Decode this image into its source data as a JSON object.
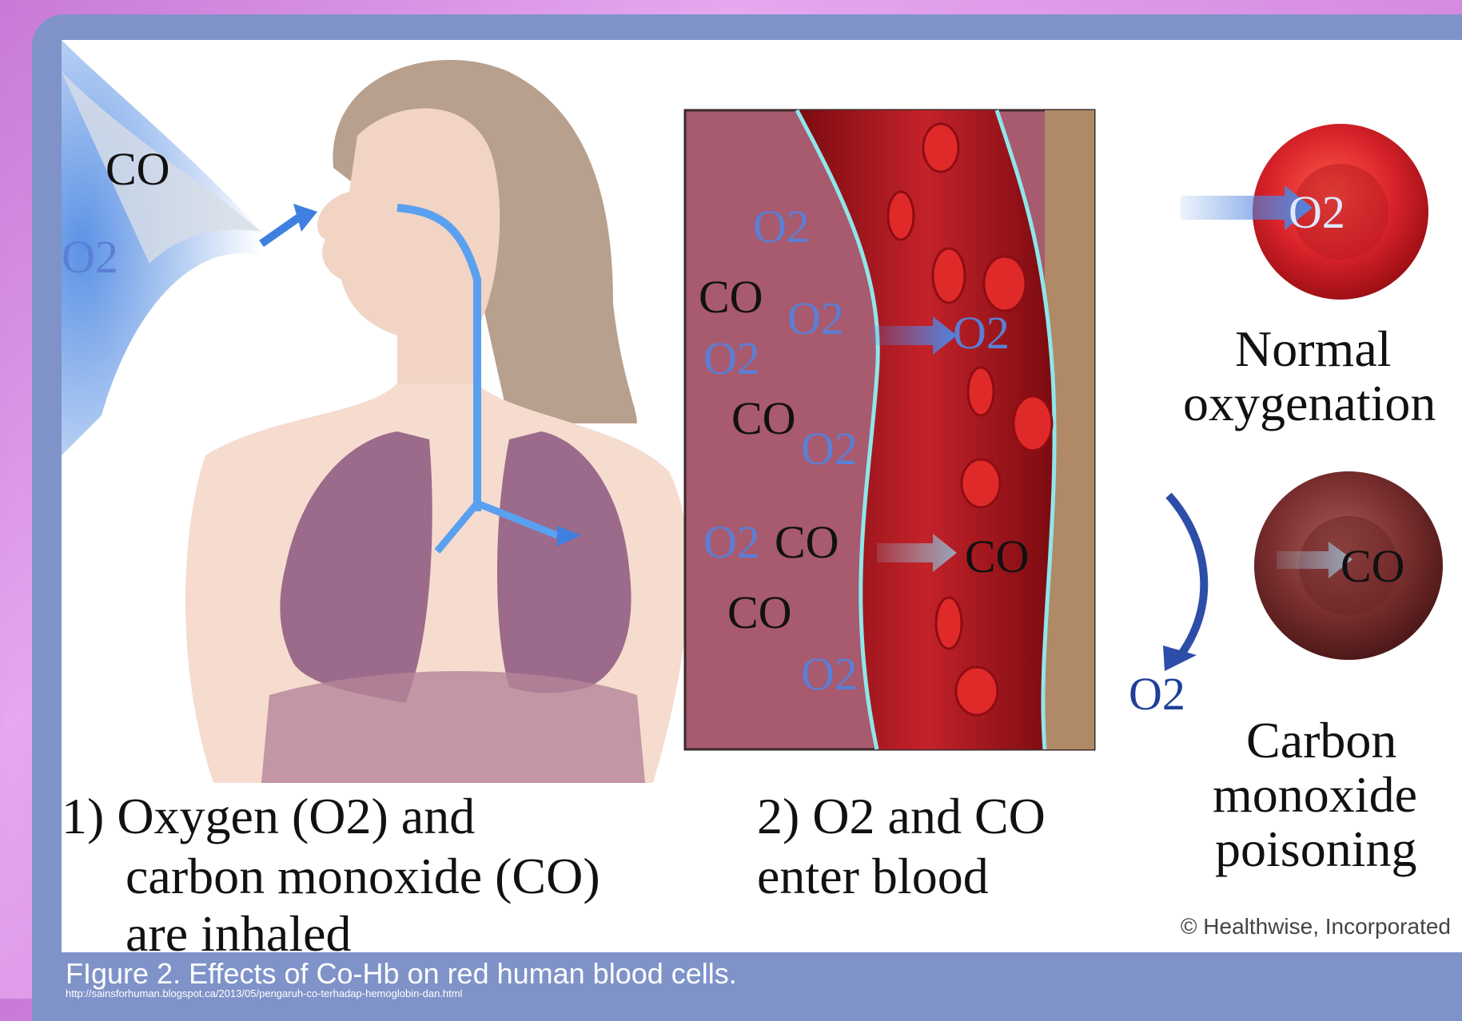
{
  "panel1": {
    "gas_co": "CO",
    "gas_o2": "O2",
    "caption_line1": "1) Oxygen (O2) and",
    "caption_line2": "carbon monoxide (CO)",
    "caption_line3": "are inhaled"
  },
  "panel2": {
    "tissue_labels": [
      "O2",
      "CO",
      "O2",
      "O2",
      "CO",
      "O2",
      "CO",
      "O2",
      "CO",
      "O2"
    ],
    "arrow_o2_from": "O2",
    "arrow_o2_to": "O2",
    "arrow_co_from": "CO",
    "arrow_co_to": "CO",
    "caption_line1": "2) O2 and CO",
    "caption_line2": "enter blood"
  },
  "panel3": {
    "normal_gas": "O2",
    "normal_label_line1": "Normal",
    "normal_label_line2": "oxygenation",
    "poison_gas": "CO",
    "poison_released": "O2",
    "poison_label_line1": "Carbon",
    "poison_label_line2": "monoxide",
    "poison_label_line3": "poisoning"
  },
  "credit": "© Healthwise, Incorporated",
  "caption": "FIgure 2. Effects of Co-Hb on red human blood cells.",
  "source": "http://sainsforhuman.blogspot.ca/2013/05/pengaruh-co-terhadap-hemoglobin-dan.html",
  "colors": {
    "background": "#d58be0",
    "panel": "#7f93c9",
    "blood": "#b8161c",
    "tissue": "#a85a6e",
    "o2_text": "#5a7fd6",
    "healthy_cell": "#d8222a",
    "poisoned_cell": "#7a2e2e"
  }
}
